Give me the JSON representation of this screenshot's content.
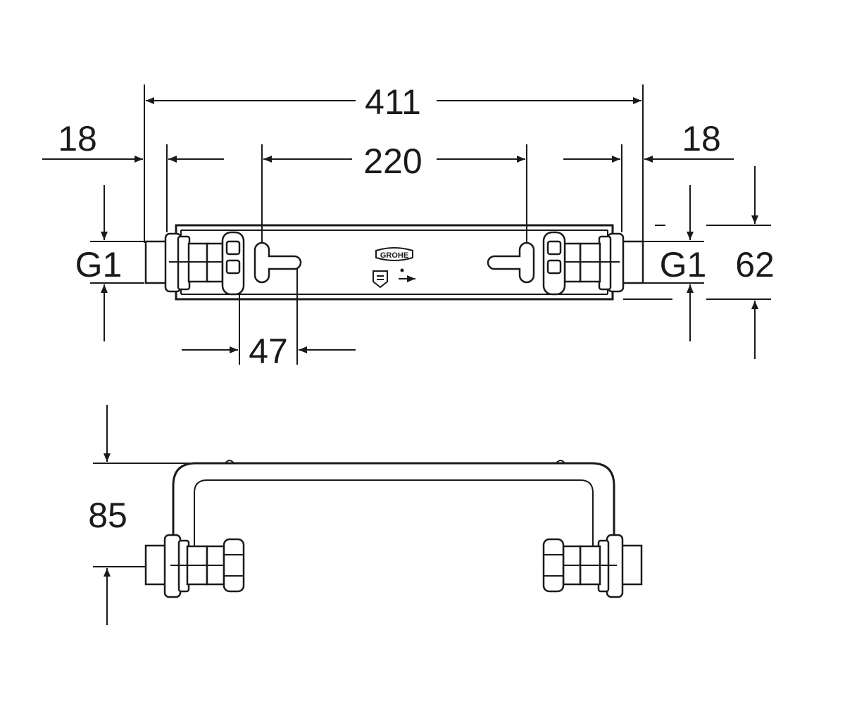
{
  "dimensions": {
    "overall_length": "411",
    "left_offset": "18",
    "right_offset": "18",
    "hole_spacing": "220",
    "slot_length": "47",
    "thread_left": "G1",
    "thread_right": "G1",
    "height": "62",
    "depth": "85"
  },
  "logo": {
    "brand": "GROHE"
  },
  "colors": {
    "line": "#1a1a1a",
    "background": "#ffffff"
  }
}
